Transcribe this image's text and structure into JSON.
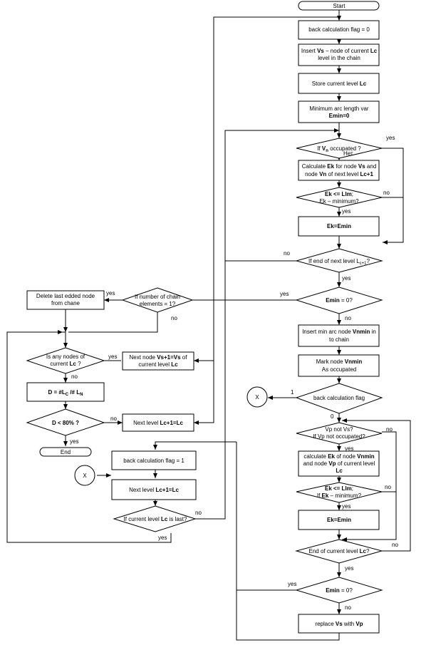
{
  "start": "Start",
  "end": "End",
  "right": {
    "back_flag_0": "back calculation flag = 0",
    "insert_vs_1": "Insert ",
    "insert_vs_2": "Vs",
    "insert_vs_3": " – node of current ",
    "insert_vs_4": "Lc",
    "insert_vs_5": "level in the chain",
    "store_1": "Store current level ",
    "store_2": "Lc",
    "minarc_1": "Minimum arc length var",
    "minarc_2": "Emin=0",
    "vn_occ_1": "If ",
    "vn_occ_2": "V",
    "vn_occ_3": "n",
    "vn_occ_4": " occupated ?",
    "calc_ek_1": "Calculate ",
    "calc_ek_2": "Ek",
    "calc_ek_3": " for node ",
    "calc_ek_4": "Vs",
    "calc_ek_5": " and",
    "calc_ek_6": "node ",
    "calc_ek_7": "Vn",
    "calc_ek_8": " of next level  ",
    "calc_ek_9": "Lc+1",
    "eklim_1": "Ek <= Llm",
    "eklim_2": ";",
    "eklim_3": "Ek – minimum?",
    "ekemin": "Ek=Emin",
    "end_next_1": "If end of next level  L",
    "end_next_2": "c+1",
    "end_next_3": "?",
    "emin0": "Emin",
    "emin0_q": " = 0?",
    "insert_min_1": "Insert min arc node  ",
    "insert_min_2": "Vnmin",
    "insert_min_3": " in",
    "insert_min_4": "to chain",
    "mark_1": "Mark node  ",
    "mark_2": "Vnmin",
    "mark_3": "As occupated",
    "back_flag_q": "back calculation flag",
    "vp_1": "Vp not Vs?",
    "vp_2": "If Vp not occupated?",
    "calc_ek2_1": "calculate ",
    "calc_ek2_2": "Ek",
    "calc_ek2_3": "  of node ",
    "calc_ek2_4": "Vnmin",
    "calc_ek2_5": "and node ",
    "calc_ek2_6": "Vp",
    "calc_ek2_7": " of current level",
    "calc_ek2_8": "Lc",
    "eklim2_1": "Ek <= Llm",
    "eklim2_2": ";",
    "eklim2_3": "If ",
    "eklim2_4": "Ek",
    "eklim2_5": " – minimum?",
    "ekemin2": "Ek=Emin",
    "end_cur_1": "End of current level ",
    "end_cur_2": "Lc",
    "end_cur_3": "?",
    "emin0b": "Emin",
    "emin0b_q": " = 0?",
    "replace_1": "replace ",
    "replace_2": "Vs",
    "replace_3": " with ",
    "replace_4": "Vp"
  },
  "left": {
    "delete_1": "Delete last edded node",
    "delete_2": "from chane",
    "chain_q_1": "If number of chain",
    "chain_q_2": "elements = 1?",
    "any_nodes_1": "Is any nodes of",
    "any_nodes_2": "current ",
    "any_nodes_3": "Lc",
    "any_nodes_4": " ?",
    "next_node_1": "Next node ",
    "next_node_2": "Vs+1=Vs",
    "next_node_3": " of",
    "next_node_4": "current level ",
    "next_node_5": "Lc",
    "d_formula_1": "D =  #L",
    "d_formula_2": "C",
    "d_formula_3": " /# L",
    "d_formula_4": "N",
    "d80": "D < 80% ?",
    "next_level_1": "Next level  ",
    "next_level_2": "Lc+1=Lc",
    "back_flag_1": "back calculation flag = 1",
    "next_level2_1": "Next level  ",
    "next_level2_2": "Lc+1=Lc",
    "last_q_1": "If current level ",
    "last_q_2": "Lc",
    "last_q_3": " is last?"
  },
  "connector": "X",
  "labels": {
    "yes": "yes",
    "no": "no",
    "net": "Нет",
    "one": "1",
    "zero": "0"
  }
}
